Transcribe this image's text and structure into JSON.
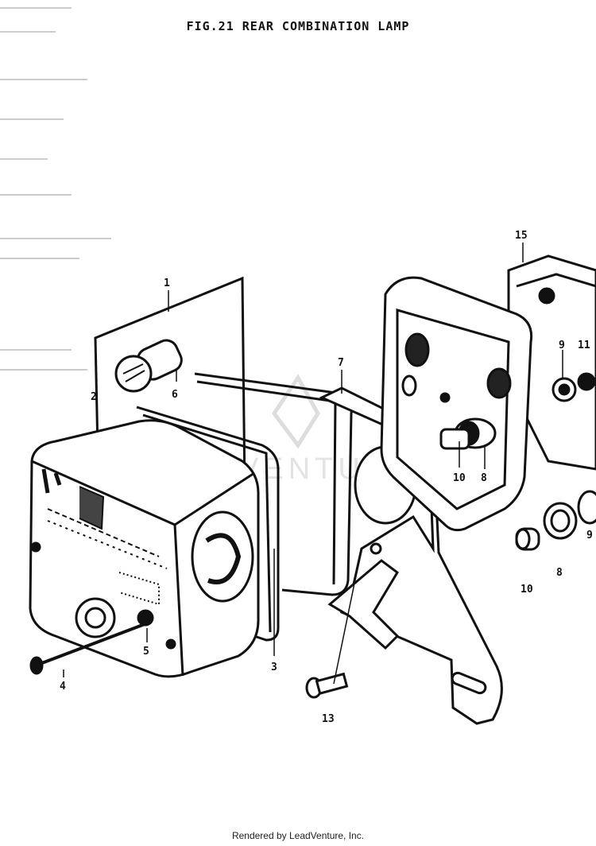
{
  "figure": {
    "title": "FIG.21  REAR COMBINATION LAMP"
  },
  "callouts": {
    "c1": "1",
    "c2": "2",
    "c3": "3",
    "c4": "4",
    "c5": "5",
    "c6": "6",
    "c7": "7",
    "c8a": "8",
    "c8b": "8",
    "c9a": "9",
    "c9b": "9",
    "c10a": "10",
    "c10b": "10",
    "c11": "11",
    "c13": "13",
    "c15": "15"
  },
  "watermark": "VENTURE",
  "footer": {
    "credit": "Rendered by LeadVenture, Inc."
  }
}
